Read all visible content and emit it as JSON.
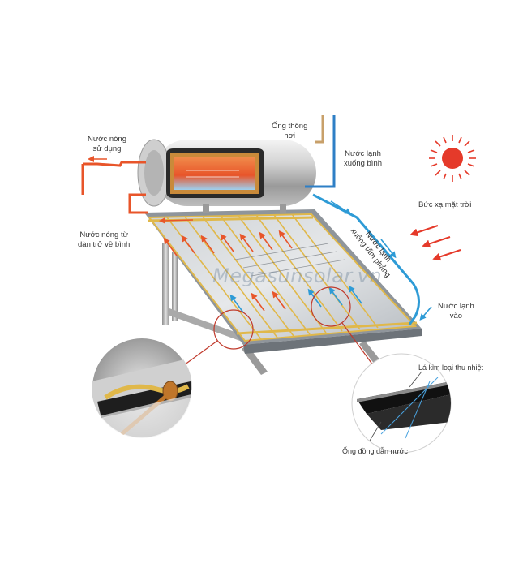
{
  "colors": {
    "hot": "#e8552a",
    "cold": "#2e9bd6",
    "vent": "#c8a06a",
    "sun": "#e53a2a",
    "frame": "#e0b84a"
  },
  "labels": {
    "hot_water_use": [
      "Nước nóng",
      "sử dụng"
    ],
    "vent_pipe": [
      "Ống thông",
      "hơi"
    ],
    "cold_water_down": [
      "Nước lạnh",
      "xuống bình"
    ],
    "hot_water_return": [
      "Nước nóng từ",
      "dàn trở về bình"
    ],
    "solar_radiation": "Bức xạ mặt trời",
    "cold_water_to_panel": [
      "Nước lạnh",
      "xuống tấm phẳng"
    ],
    "cold_water_in": [
      "Nước lạnh",
      "vào"
    ],
    "absorber_fin": "Lá kim loại thu nhiệt",
    "copper_pipe": "Ống đồng dẫn nước"
  },
  "watermark": "Megasunsolar.vn",
  "icons": [
    "sun-icon",
    "radiation-arrow-icon"
  ]
}
